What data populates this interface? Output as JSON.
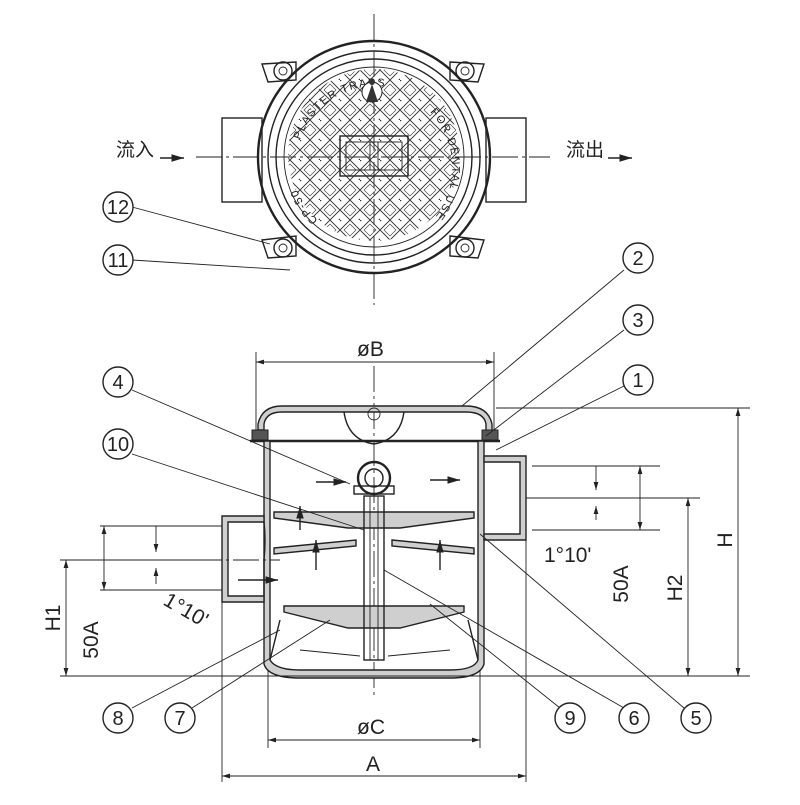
{
  "labels": {
    "inflow": "流入",
    "outflow": "流出",
    "cover_text": "PLASTER TRAPS",
    "cover_text2": "FOR DENTAL USE",
    "cover_model": "CP-50"
  },
  "balloons": [
    {
      "id": "b1",
      "num": "1"
    },
    {
      "id": "b2",
      "num": "2"
    },
    {
      "id": "b3",
      "num": "3"
    },
    {
      "id": "b4",
      "num": "4"
    },
    {
      "id": "b5",
      "num": "5"
    },
    {
      "id": "b6",
      "num": "6"
    },
    {
      "id": "b7",
      "num": "7"
    },
    {
      "id": "b8",
      "num": "8"
    },
    {
      "id": "b9",
      "num": "9"
    },
    {
      "id": "b10",
      "num": "10"
    },
    {
      "id": "b11",
      "num": "11"
    },
    {
      "id": "b12",
      "num": "12"
    }
  ],
  "dimensions": {
    "phiB": "øB",
    "phiC": "øC",
    "A": "A",
    "H": "H",
    "H1": "H1",
    "H2": "H2",
    "pipe_in": "50A",
    "pipe_out": "50A",
    "angle_out": "1°10'",
    "angle_in": "1°10'"
  }
}
